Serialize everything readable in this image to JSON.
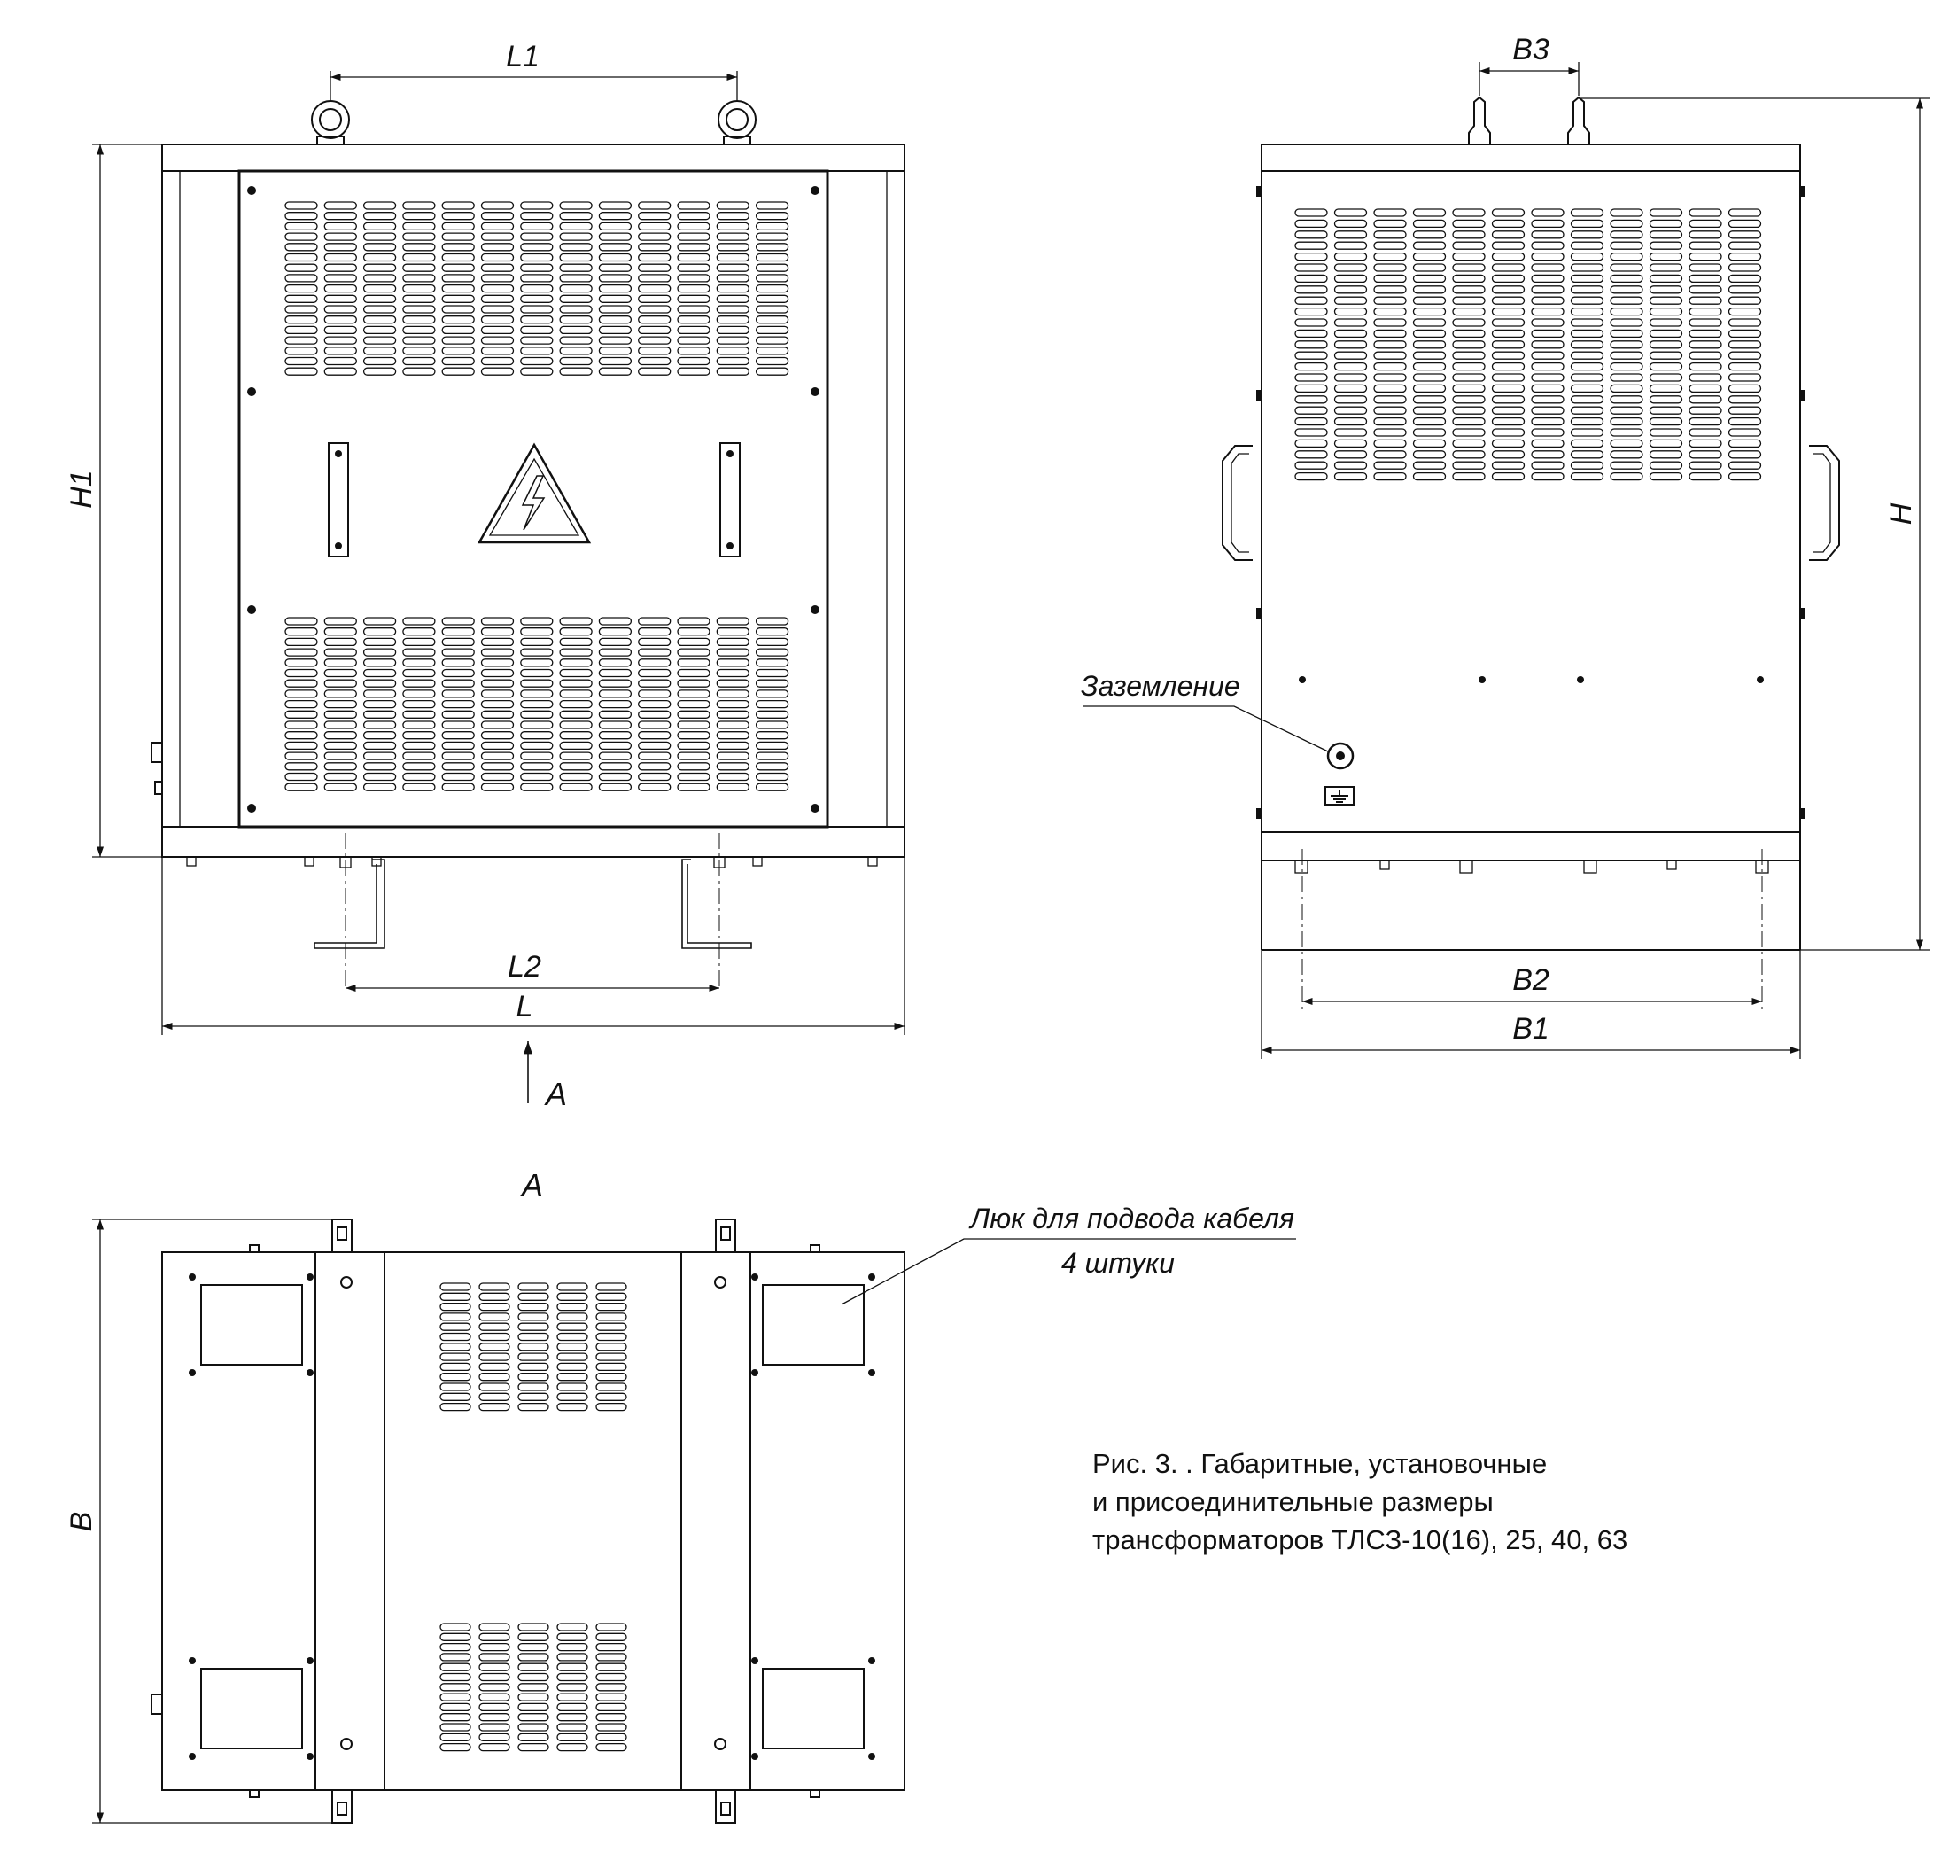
{
  "dimensions": {
    "L1": "L1",
    "L2": "L2",
    "L": "L",
    "H1": "H1",
    "B3": "B3",
    "H": "H",
    "B2": "B2",
    "B1": "B1",
    "B": "B"
  },
  "view_arrow": "A",
  "view_title": "A",
  "labels": {
    "grounding": "Заземление",
    "hatch_line1": "Люк для подвода кабеля",
    "hatch_line2": "4 штуки"
  },
  "caption": {
    "line1": "Рис. 3. . Габаритные, установочные",
    "line2": "и присоединительные размеры",
    "line3": "трансформаторов ТЛСЗ-10(16), 25, 40, 63"
  },
  "colors": {
    "line": "#111111",
    "background": "#ffffff"
  },
  "icons": {
    "warning": "high-voltage-warning-icon",
    "ground": "ground-symbol-icon"
  }
}
